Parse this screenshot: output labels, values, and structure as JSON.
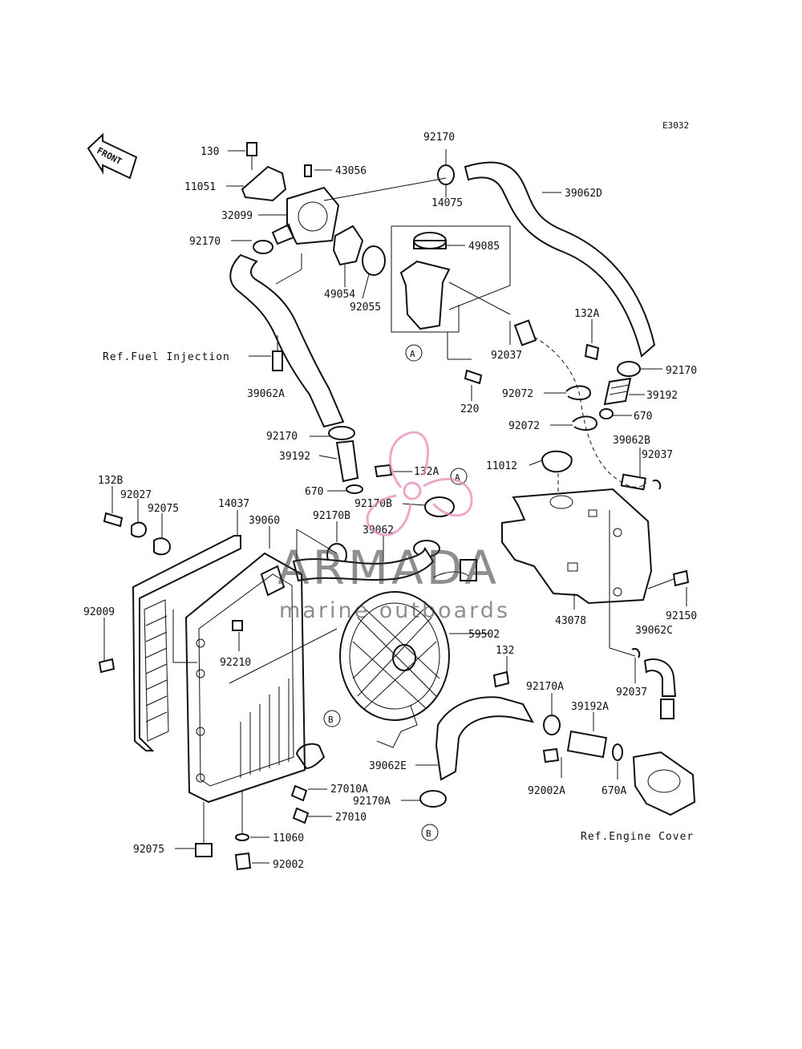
{
  "diagram_code": "E3032",
  "front_label": "FRONT",
  "labels": {
    "l130": "130",
    "l43056": "43056",
    "l11051": "11051",
    "l32099": "32099",
    "l92170_top_left": "92170",
    "l49054": "49054",
    "l92055": "92055",
    "l92170_top": "92170",
    "l14075": "14075",
    "l39062D": "39062D",
    "l49085": "49085",
    "l92037_a": "92037",
    "l132A_right": "132A",
    "l92170_right": "92170",
    "l39192_right": "39192",
    "l670_right": "670",
    "l220": "220",
    "l92072_a": "92072",
    "l92072_b": "92072",
    "l39062B": "39062B",
    "l92037_b": "92037",
    "l11012": "11012",
    "l39062A": "39062A",
    "l92170_mid": "92170",
    "l39192_mid": "39192",
    "l132A_mid": "132A",
    "l670_mid": "670",
    "l92170B": "92170B",
    "l92170B_b": "92170B",
    "l39062": "39062",
    "l132B": "132B",
    "l92027": "92027",
    "l92075_top": "92075",
    "l14037": "14037",
    "l39060": "39060",
    "l92009": "92009",
    "l92210": "92210",
    "l59502": "59502",
    "l43078": "43078",
    "l92150": "92150",
    "l39062C": "39062C",
    "l132": "132",
    "l92037_c": "92037",
    "l92170A": "92170A",
    "l39192A": "39192A",
    "l39062E": "39062E",
    "l27010A": "27010A",
    "l27010": "27010",
    "l92170A_b": "92170A",
    "l92002A": "92002A",
    "l670A": "670A",
    "l11060": "11060",
    "l92075_bottom": "92075",
    "l92002": "92002"
  },
  "refs": {
    "fuel_injection": "Ref.Fuel Injection",
    "engine_cover": "Ref.Engine Cover"
  },
  "callouts": {
    "a1": "A",
    "a2": "A",
    "b1": "B",
    "b2": "B"
  },
  "watermark": {
    "brand": "ARMADA",
    "tagline": "marine outboards",
    "logo_color": "#e68bb6"
  }
}
